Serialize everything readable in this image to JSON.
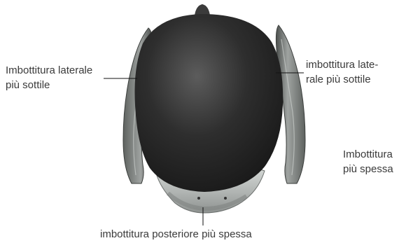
{
  "colors": {
    "shell_dark": "#1f1f1f",
    "shell_highlight": "#5a5a5a",
    "padding_grey": "#b9bdbb",
    "padding_dark": "#6d706e",
    "label_text": "#3a3a3a",
    "leader_line": "#111111"
  },
  "labels": {
    "left_side": {
      "line1": "Imbottitura laterale",
      "line2": "più sottile"
    },
    "right_side": {
      "line1": "imbottitura late-",
      "line2": "rale più sottile"
    },
    "far_right": {
      "line1": "Imbottitura",
      "line2": "più spessa"
    },
    "rear": {
      "line1": "imbottitura posteriore più spessa"
    }
  }
}
